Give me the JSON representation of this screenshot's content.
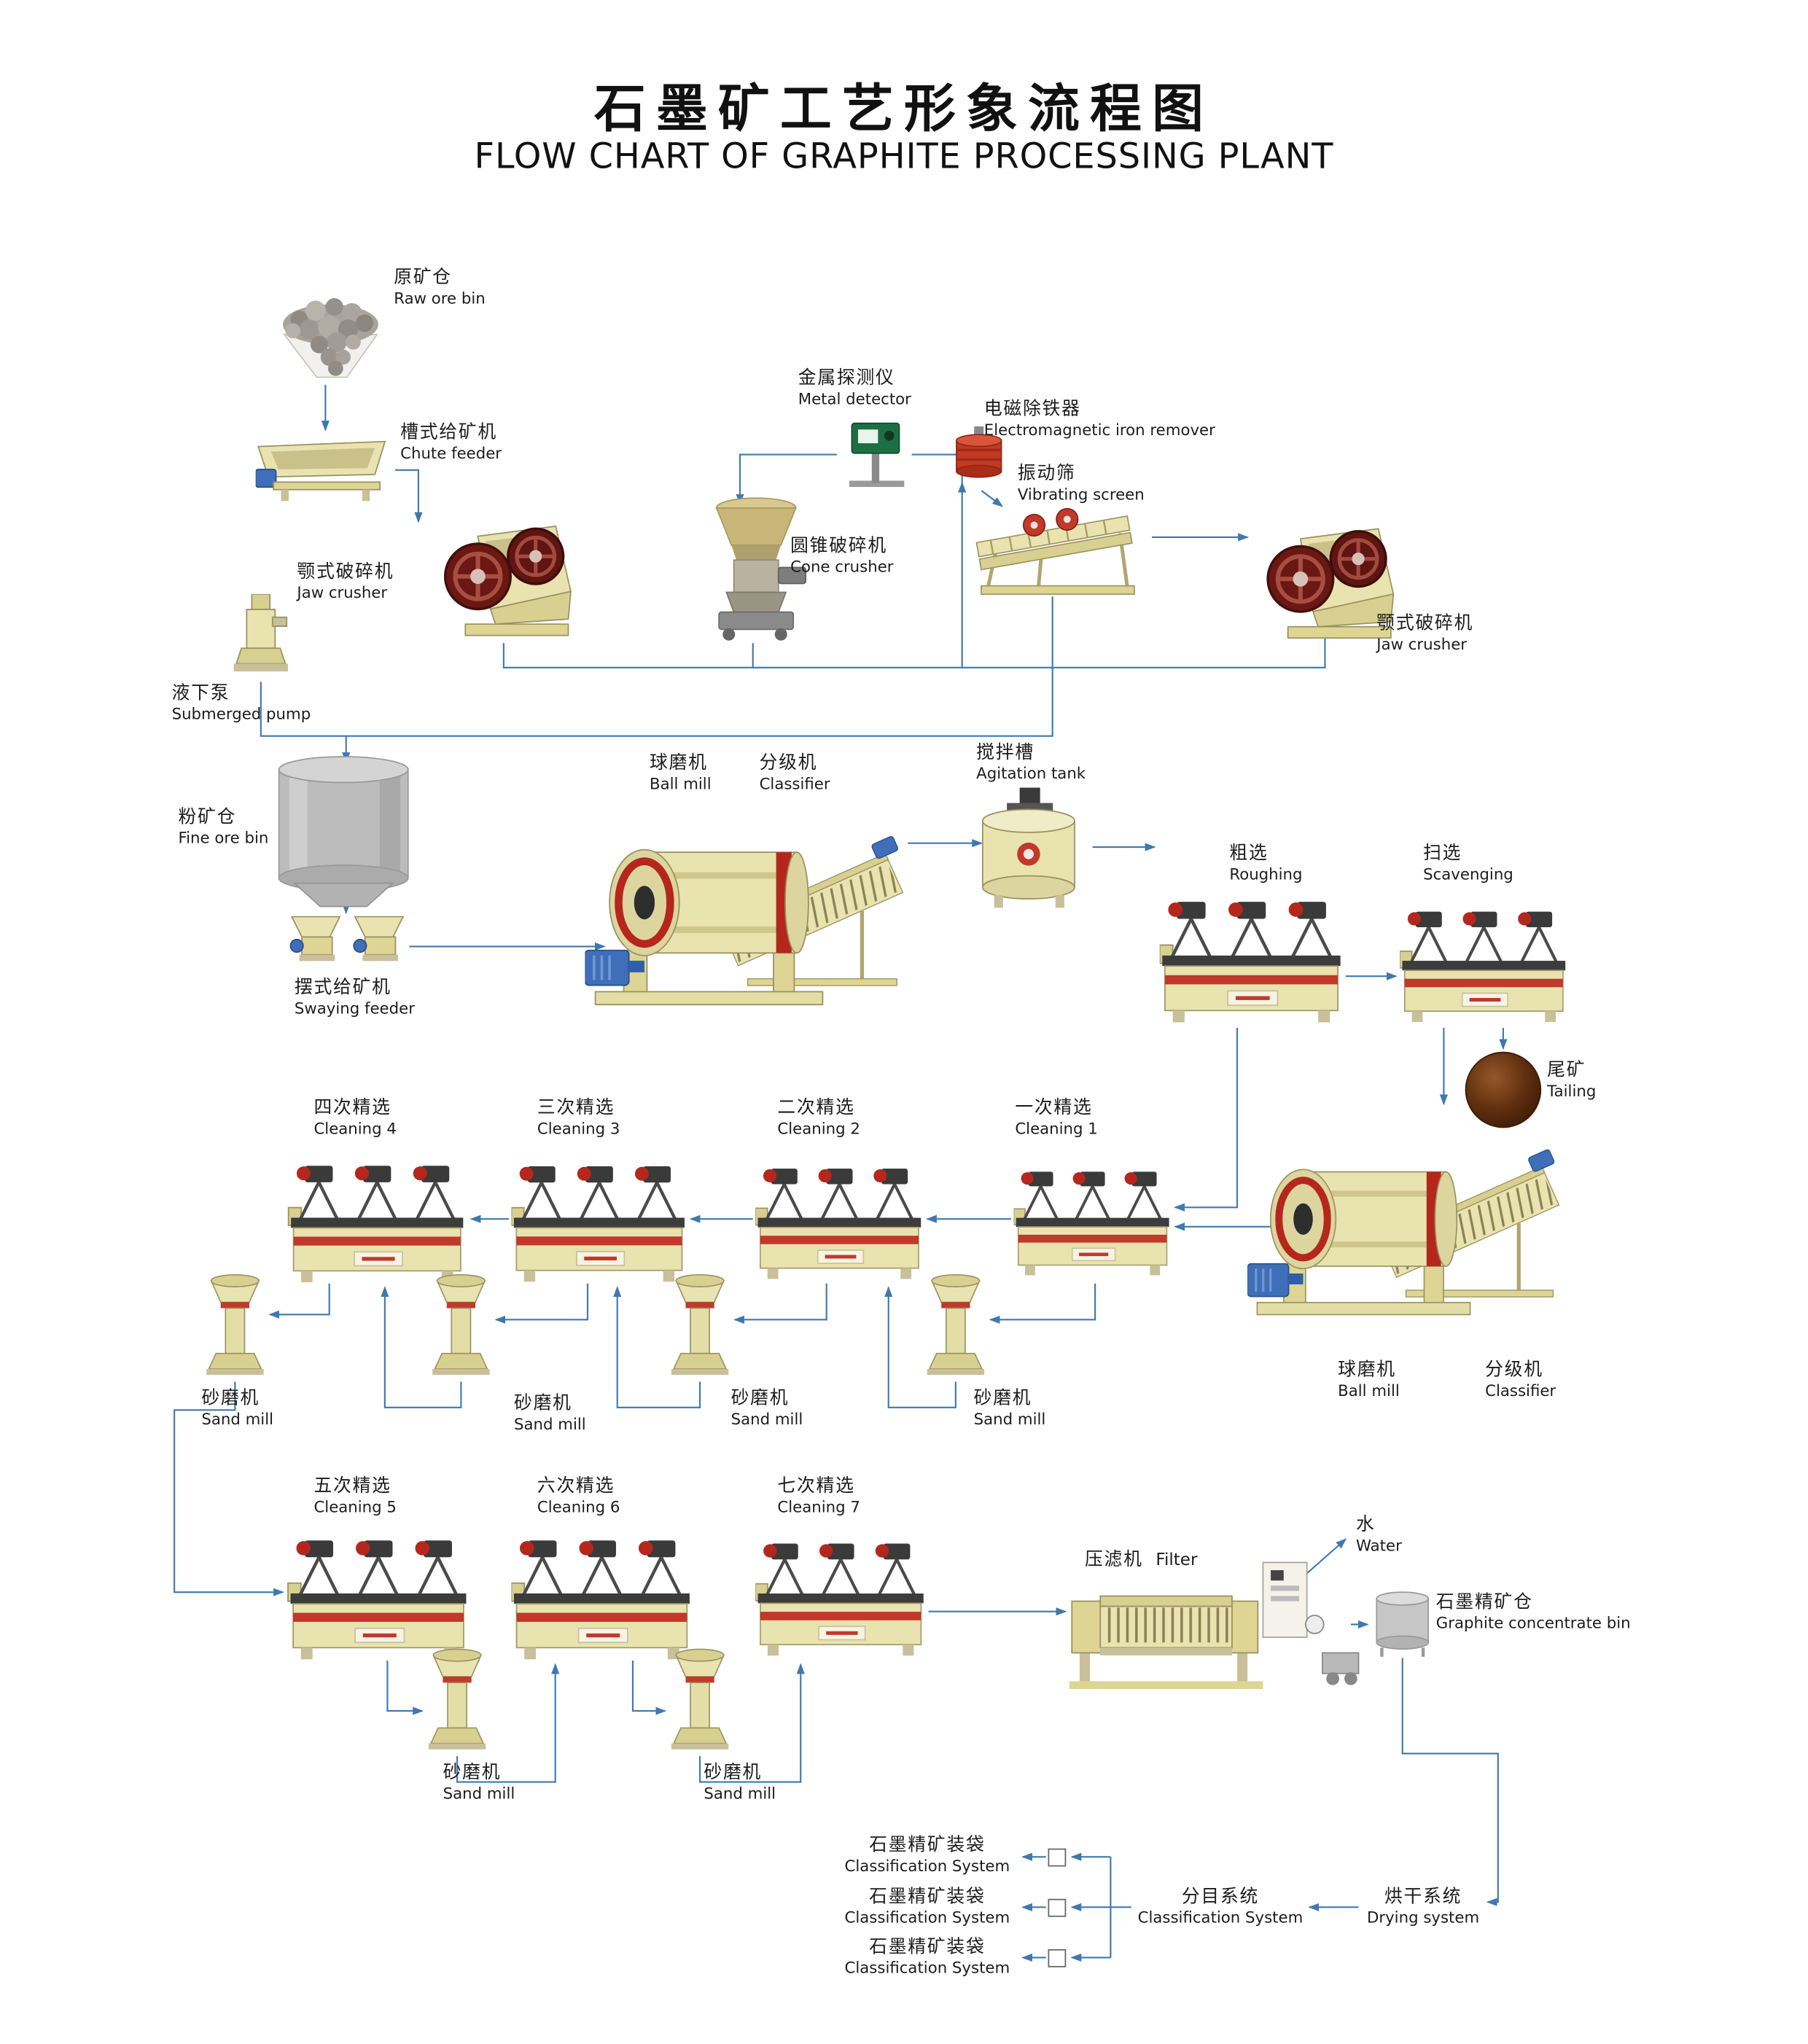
{
  "title": {
    "zh": "石墨矿工艺形象流程图",
    "en": "FLOW CHART OF GRAPHITE PROCESSING PLANT"
  },
  "labels": {
    "raw_ore_bin": {
      "zh": "原矿仓",
      "en": "Raw ore bin"
    },
    "chute_feeder": {
      "zh": "槽式给矿机",
      "en": "Chute feeder"
    },
    "jaw_crusher_1": {
      "zh": "颚式破碎机",
      "en": "Jaw  crusher"
    },
    "metal_detector": {
      "zh": "金属探测仪",
      "en": "Metal detector"
    },
    "iron_remover": {
      "zh": "电磁除铁器",
      "en": "Electromagnetic iron remover"
    },
    "cone_crusher": {
      "zh": "圆锥破碎机",
      "en": "Cone crusher"
    },
    "vibrating_screen": {
      "zh": "振动筛",
      "en": "Vibrating screen"
    },
    "jaw_crusher_2": {
      "zh": "颚式破碎机",
      "en": "Jaw crusher"
    },
    "submerged_pump": {
      "zh": "液下泵",
      "en": "Submerged pump"
    },
    "fine_ore_bin": {
      "zh": "粉矿仓",
      "en": "Fine ore bin"
    },
    "swaying_feeder": {
      "zh": "摆式给矿机",
      "en": "Swaying feeder"
    },
    "ball_mill_1": {
      "zh": "球磨机",
      "en": "Ball mill"
    },
    "classifier_1": {
      "zh": "分级机",
      "en": "Classifier"
    },
    "agitation_tank": {
      "zh": "搅拌槽",
      "en": "Agitation tank"
    },
    "roughing": {
      "zh": "粗选",
      "en": "Roughing"
    },
    "scavenging": {
      "zh": "扫选",
      "en": "Scavenging"
    },
    "tailing": {
      "zh": "尾矿",
      "en": "Tailing"
    },
    "cleaning_4": {
      "zh": "四次精选",
      "en": "Cleaning 4"
    },
    "cleaning_3": {
      "zh": "三次精选",
      "en": "Cleaning 3"
    },
    "cleaning_2": {
      "zh": "二次精选",
      "en": "Cleaning 2"
    },
    "cleaning_1": {
      "zh": "一次精选",
      "en": "Cleaning 1"
    },
    "sand_mill_1": {
      "zh": "砂磨机",
      "en": "Sand mill"
    },
    "sand_mill_2": {
      "zh": "砂磨机",
      "en": "Sand mill"
    },
    "sand_mill_3": {
      "zh": "砂磨机",
      "en": "Sand mill"
    },
    "sand_mill_4": {
      "zh": "砂磨机",
      "en": "Sand mill"
    },
    "ball_mill_2": {
      "zh": "球磨机",
      "en": "Ball mill"
    },
    "classifier_2": {
      "zh": "分级机",
      "en": "Classifier"
    },
    "cleaning_5": {
      "zh": "五次精选",
      "en": "Cleaning 5"
    },
    "cleaning_6": {
      "zh": "六次精选",
      "en": "Cleaning 6"
    },
    "cleaning_7": {
      "zh": "七次精选",
      "en": "Cleaning 7"
    },
    "filter": {
      "zh": "压滤机",
      "en": "Filter"
    },
    "water": {
      "zh": "水",
      "en": "Water"
    },
    "concentrate_bin": {
      "zh": "石墨精矿仓",
      "en": "Graphite concentrate bin"
    },
    "sand_mill_5": {
      "zh": "砂磨机",
      "en": "Sand mill"
    },
    "sand_mill_6": {
      "zh": "砂磨机",
      "en": "Sand mill"
    },
    "bagging_1": {
      "zh": "石墨精矿装袋",
      "en": "Classification System"
    },
    "bagging_2": {
      "zh": "石墨精矿装袋",
      "en": "Classification System"
    },
    "bagging_3": {
      "zh": "石墨精矿装袋",
      "en": "Classification System"
    },
    "classification_system": {
      "zh": "分目系统",
      "en": "Classification System"
    },
    "drying_system": {
      "zh": "烘干系统",
      "en": "Drying system"
    }
  },
  "colors": {
    "flow_line": "#3f78ad",
    "machine_body": "#e9e3b0",
    "accent_red": "#c0392b",
    "motor_blue": "#3f6fb8",
    "background": "#ffffff"
  }
}
